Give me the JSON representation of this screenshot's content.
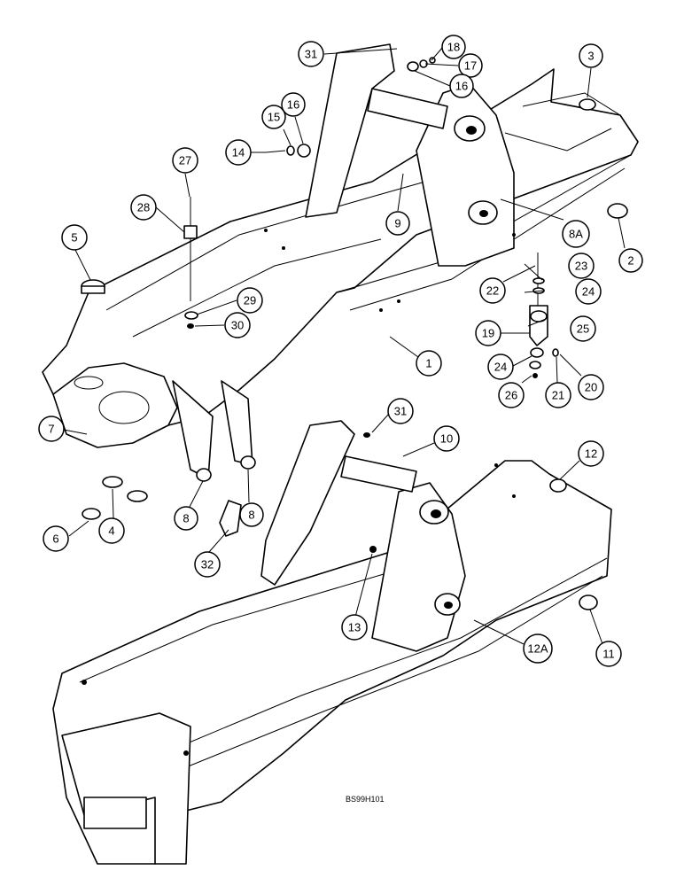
{
  "drawing_code": "BS99H101",
  "callouts": [
    {
      "label": "31"
    },
    {
      "label": "18"
    },
    {
      "label": "17"
    },
    {
      "label": "16"
    },
    {
      "label": "3"
    },
    {
      "label": "16"
    },
    {
      "label": "15"
    },
    {
      "label": "14"
    },
    {
      "label": "27"
    },
    {
      "label": "28"
    },
    {
      "label": "9"
    },
    {
      "label": "8A"
    },
    {
      "label": "2"
    },
    {
      "label": "5"
    },
    {
      "label": "29"
    },
    {
      "label": "30"
    },
    {
      "label": "1"
    },
    {
      "label": "22"
    },
    {
      "label": "23"
    },
    {
      "label": "24"
    },
    {
      "label": "19"
    },
    {
      "label": "25"
    },
    {
      "label": "24"
    },
    {
      "label": "21"
    },
    {
      "label": "20"
    },
    {
      "label": "26"
    },
    {
      "label": "7"
    },
    {
      "label": "31"
    },
    {
      "label": "10"
    },
    {
      "label": "12"
    },
    {
      "label": "8"
    },
    {
      "label": "8"
    },
    {
      "label": "6"
    },
    {
      "label": "4"
    },
    {
      "label": "32"
    },
    {
      "label": "13"
    },
    {
      "label": "12A"
    },
    {
      "label": "11"
    }
  ]
}
